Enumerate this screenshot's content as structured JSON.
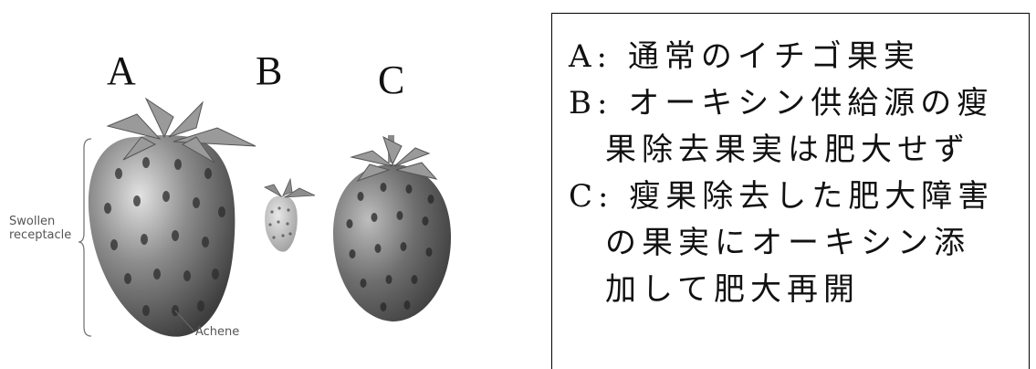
{
  "figure": {
    "labels": {
      "a": "A",
      "b": "B",
      "c": "C"
    },
    "annotations": {
      "receptacle": "Swollen\nreceptacle",
      "achene": "Achene"
    },
    "colors": {
      "fruit_dark": "#4a4a4a",
      "fruit_light": "#cfcfcf",
      "leaf": "#8a8a8a",
      "seed": "#2a2a2a"
    }
  },
  "legend": {
    "lines": [
      "A: 通常のイチゴ果実",
      "B: オーキシン供給源の瘦",
      "果除去果実は肥大せず",
      "C: 瘦果除去した肥大障害",
      "の果実にオーキシン添",
      "加して肥大再開"
    ]
  }
}
